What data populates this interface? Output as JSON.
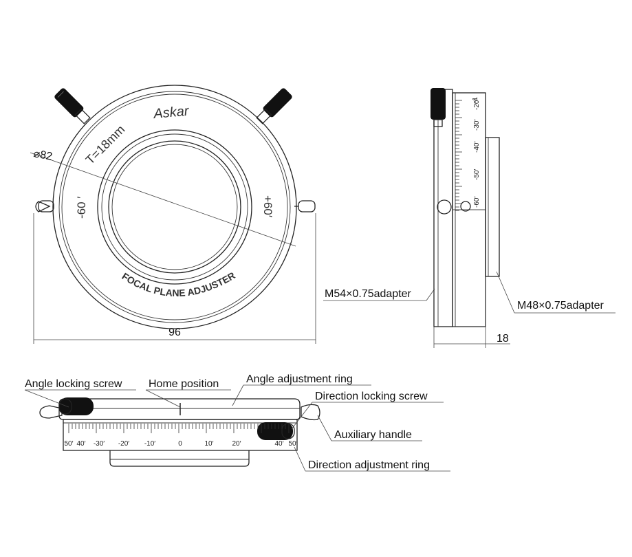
{
  "front_view": {
    "brand": "Askar",
    "thread_text": "T=18mm",
    "diameter_label": "⌀82",
    "minus_mark": "-60 ′",
    "plus_mark": "+60′",
    "product_name": "FOCAL PLANE ADJUSTER",
    "width_dim": "96"
  },
  "side_view": {
    "scale_labels": [
      "-20′",
      "-30′",
      "-40′",
      "-50′",
      "-60′"
    ],
    "scale_top": "-1",
    "left_callout": "M54×0.75adapter",
    "right_callout": "M48×0.75adapter",
    "depth_dim": "18"
  },
  "bottom_view": {
    "callouts": {
      "angle_locking_screw": "Angle locking screw",
      "home_position": "Home position",
      "angle_adjustment_ring": "Angle adjustment ring",
      "direction_locking_screw": "Direction locking screw",
      "auxiliary_handle": "Auxiliary handle",
      "direction_adjustment_ring": "Direction adjustment ring"
    },
    "scale_labels": [
      "50′",
      "40′",
      "-30′",
      "-20′",
      "-10′",
      "0",
      "10′",
      "20′",
      "40′",
      "50′"
    ]
  }
}
